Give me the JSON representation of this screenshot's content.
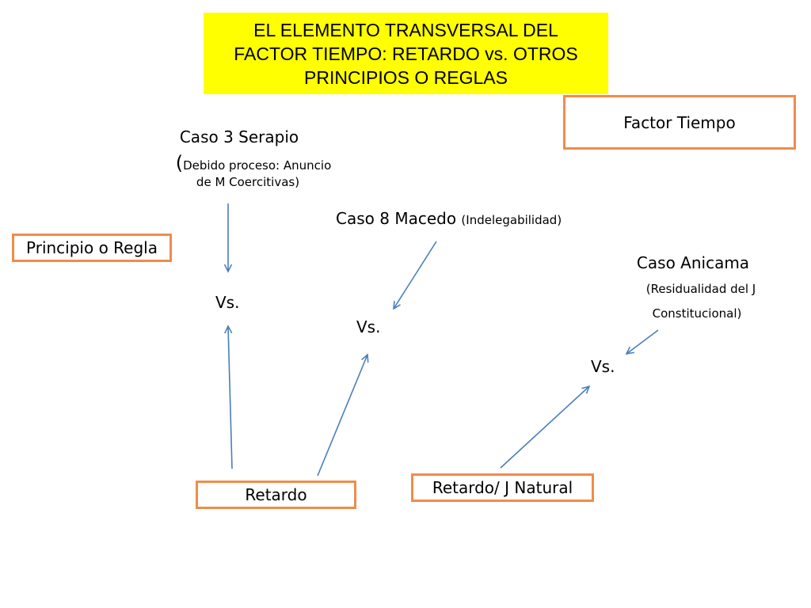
{
  "title": {
    "line1": "EL ELEMENTO TRANSVERSAL DEL",
    "line2": "FACTOR TIEMPO: RETARDO vs. OTROS",
    "line3": "PRINCIPIOS O REGLAS"
  },
  "boxes": {
    "factor_tiempo": "Factor Tiempo",
    "principio_regla": "Principio o Regla",
    "retardo": "Retardo",
    "retardo_natural": "Retardo/ J Natural"
  },
  "caso3": {
    "title": "Caso 3 Serapio",
    "open_paren": "(",
    "detail_line1": "Debido proceso: Anuncio",
    "detail_line2": "de M Coercitivas)"
  },
  "caso8": {
    "title": "Caso 8 Macedo",
    "detail": "(Indelegabilidad)"
  },
  "anicama": {
    "title": "Caso Anicama",
    "detail_line1": "(Residualidad del J",
    "detail_line2": "Constitucional)"
  },
  "vs": {
    "vs1": "Vs.",
    "vs2": "Vs.",
    "vs3": "Vs."
  },
  "colors": {
    "title_bg": "#ffff00",
    "box_border": "#f08c4a",
    "arrow": "#4a7ebb"
  }
}
